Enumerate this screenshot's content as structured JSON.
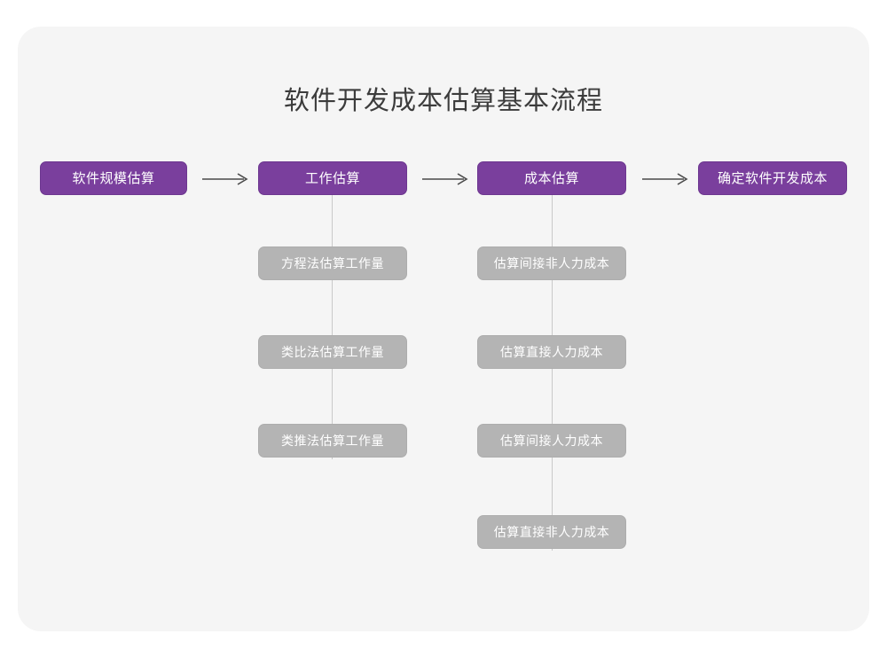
{
  "title": "软件开发成本估算基本流程",
  "colors": {
    "page_background": "#ffffff",
    "card_background": "#f5f5f5",
    "primary_node": "#7a3f9d",
    "secondary_node": "#b4b4b4",
    "node_text": "#ffffff",
    "title_text": "#3c3c3c",
    "connector": "#c9c9c9",
    "arrow": "#4a4a4a"
  },
  "flow": {
    "main_steps": [
      {
        "label": "软件规模估算"
      },
      {
        "label": "工作估算"
      },
      {
        "label": "成本估算"
      },
      {
        "label": "确定软件开发成本"
      }
    ],
    "arrows": [
      {
        "name": "arrow-1",
        "from": "软件规模估算",
        "to": "工作估算"
      },
      {
        "name": "arrow-2",
        "from": "工作估算",
        "to": "成本估算"
      },
      {
        "name": "arrow-3",
        "from": "成本估算",
        "to": "确定软件开发成本"
      }
    ],
    "branches": [
      {
        "parent": "工作估算",
        "items": [
          {
            "label": "方程法估算工作量"
          },
          {
            "label": "类比法估算工作量"
          },
          {
            "label": "类推法估算工作量"
          }
        ]
      },
      {
        "parent": "成本估算",
        "items": [
          {
            "label": "估算间接非人力成本"
          },
          {
            "label": "估算直接人力成本"
          },
          {
            "label": "估算间接人力成本"
          },
          {
            "label": "估算直接非人力成本"
          }
        ]
      }
    ]
  }
}
